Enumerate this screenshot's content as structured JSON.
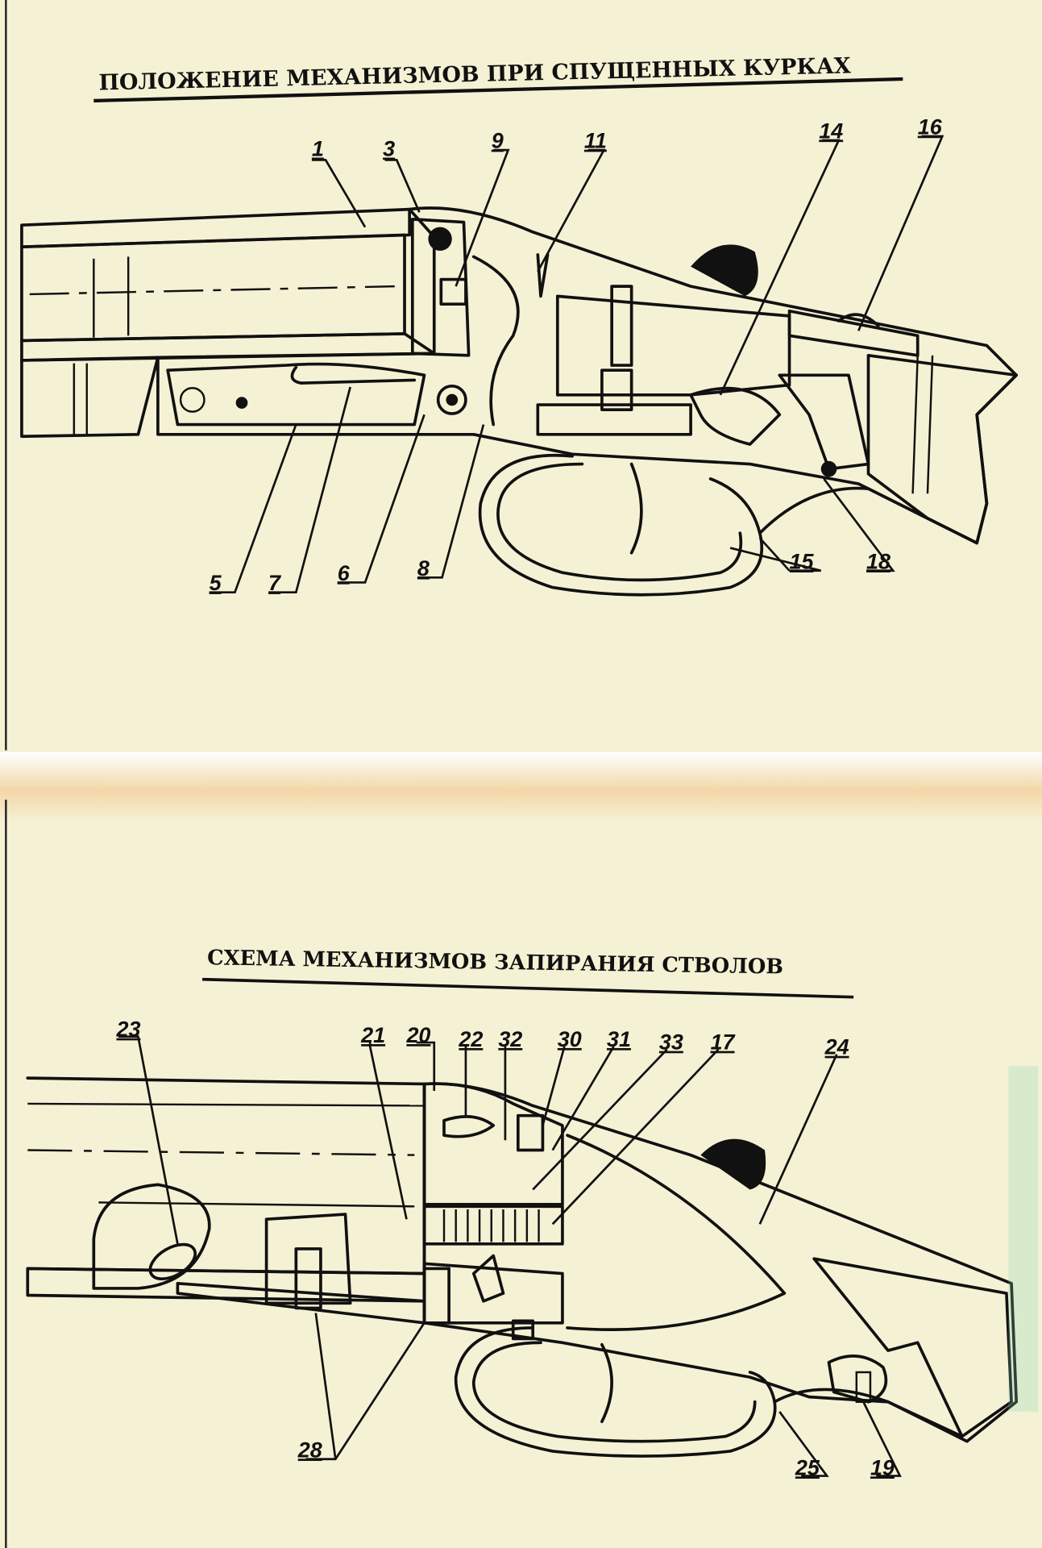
{
  "top_figure": {
    "title": "ПОЛОЖЕНИЕ МЕХАНИЗМОВ ПРИ СПУЩЕННЫХ КУРКАХ",
    "labels": [
      "1",
      "3",
      "9",
      "11",
      "14",
      "16",
      "5",
      "7",
      "6",
      "8",
      "15",
      "18"
    ]
  },
  "bottom_figure": {
    "title": "СХЕМА МЕХАНИЗМОВ ЗАПИРАНИЯ СТВОЛОВ",
    "labels": [
      "23",
      "21",
      "20",
      "22",
      "32",
      "30",
      "31",
      "33",
      "17",
      "24",
      "28",
      "25",
      "19"
    ]
  },
  "colors": {
    "paper": "#f5f1d4",
    "ink": "#111111",
    "fade": "#f0c890"
  }
}
